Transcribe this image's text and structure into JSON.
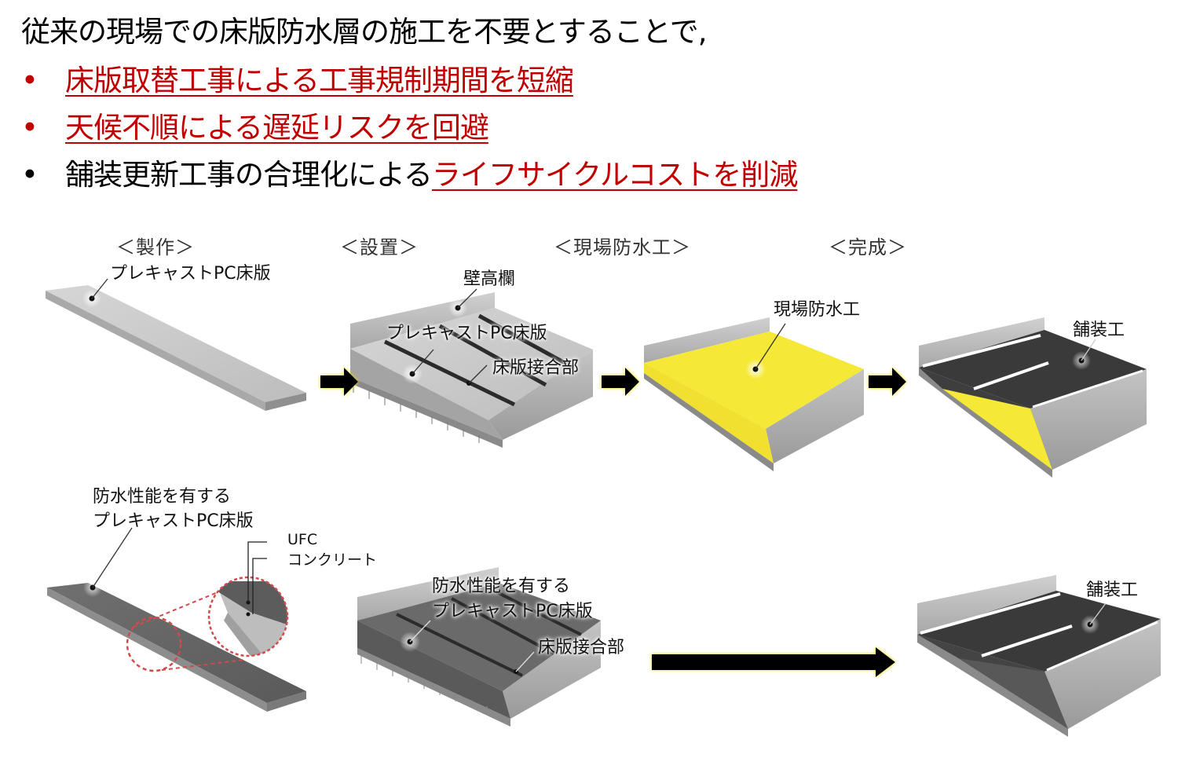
{
  "header": {
    "intro": "従来の現場での床版防水層の施工を不要とすることで,",
    "bullets": [
      {
        "marker": "•",
        "prefix": "",
        "highlight": "床版取替工事による工事規制期間を短縮",
        "color": "#c00000"
      },
      {
        "marker": "•",
        "prefix": "",
        "highlight": "天候不順による遅延リスクを回避",
        "color": "#c00000"
      },
      {
        "marker": "•",
        "prefix": "舗装更新工事の合理化による",
        "highlight": "ライフサイクルコストを削減",
        "color": "#c00000"
      }
    ]
  },
  "stages": {
    "fabrication": "＜製作＞",
    "installation": "＜設置＞",
    "site_waterproofing": "＜現場防水工＞",
    "completion": "＜完成＞"
  },
  "top_row": {
    "precast_slab": "プレキャストPC床版",
    "wall_railing": "壁高欄",
    "installed_slab": "プレキャストPC床版",
    "slab_joint": "床版接合部",
    "waterproofing": "現場防水工",
    "paving": "舗装工"
  },
  "bottom_row": {
    "wp_slab_line1": "防水性能を有する",
    "wp_slab_line2": "プレキャストPC床版",
    "ufc": "UFC",
    "concrete": "コンクリート",
    "installed_wp_line1": "防水性能を有する",
    "installed_wp_line2": "プレキャストPC床版",
    "slab_joint": "床版接合部",
    "paving": "舗装工"
  },
  "colors": {
    "accent_red": "#c00000",
    "waterproof_yellow": "#f5e836",
    "asphalt": "#3a3a3a",
    "concrete_light": "#c9c9c9",
    "concrete_dark": "#6e6e6e",
    "arrow": "#000000",
    "arrow_glow": "#e8e000"
  }
}
